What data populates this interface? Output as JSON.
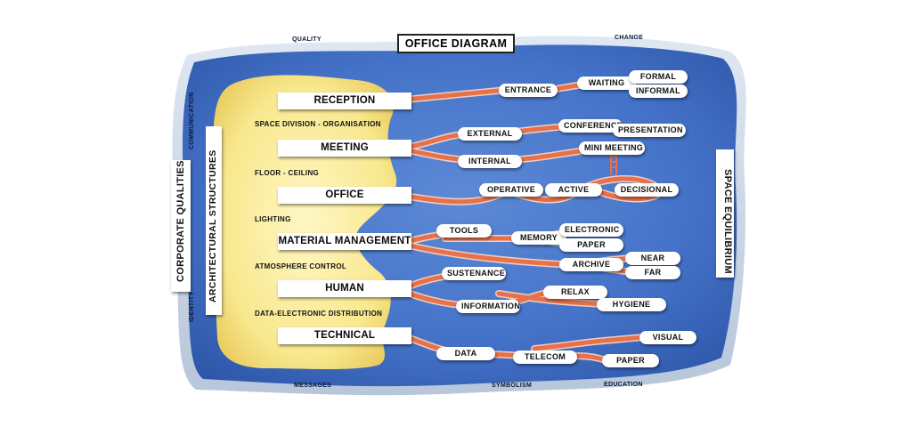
{
  "title": "OFFICE DIAGRAM",
  "top_labels": {
    "left": "QUALITY",
    "right": "CHANGE"
  },
  "bottom_labels": {
    "left": "MESSAGES",
    "center": "SYMBOLISM",
    "right": "EDUCATION"
  },
  "left_edge": {
    "top": "COMMUNICATION",
    "bottom": "IDENTITY"
  },
  "vertical_panels": {
    "corporate": "CORPORATE QUALITIES",
    "architectural": "ARCHITECTURAL STRUCTURES",
    "space": "SPACE EQUILIBRIUM"
  },
  "main_nodes": [
    "RECEPTION",
    "MEETING",
    "OFFICE",
    "MATERIAL MANAGEMENT",
    "HUMAN",
    "TECHNICAL"
  ],
  "side_labels": [
    "SPACE DIVISION - ORGANISATION",
    "FLOOR - CEILING",
    "LIGHTING",
    "ATMOSPHERE CONTROL",
    "DATA-ELECTRONIC DISTRIBUTION"
  ],
  "branches": {
    "reception": {
      "entrance": "ENTRANCE",
      "waiting": "WAITING",
      "formal": "FORMAL",
      "informal": "INFORMAL"
    },
    "meeting": {
      "external": "EXTERNAL",
      "internal": "INTERNAL",
      "conference": "CONFERENCE",
      "presentation": "PRESENTATION",
      "mini": "MINI MEETING"
    },
    "office": {
      "operative": "OPERATIVE",
      "active": "ACTIVE",
      "decisional": "DECISIONAL"
    },
    "material": {
      "tools": "TOOLS",
      "memory": "MEMORY",
      "electronic": "ELECTRONIC",
      "paper": "PAPER",
      "archive": "ARCHIVE",
      "near": "NEAR",
      "far": "FAR"
    },
    "human": {
      "sustenance": "SUSTENANCE",
      "information": "INFORMATION",
      "relax": "RELAX",
      "hygiene": "HYGIENE"
    },
    "technical": {
      "data": "DATA",
      "telecom": "TELECOM",
      "paper": "PAPER",
      "visual": "VISUAL"
    }
  },
  "colors": {
    "water": "#3f6fc4",
    "land": "#f7e79a",
    "river": "#e8704a",
    "white": "#ffffff"
  }
}
